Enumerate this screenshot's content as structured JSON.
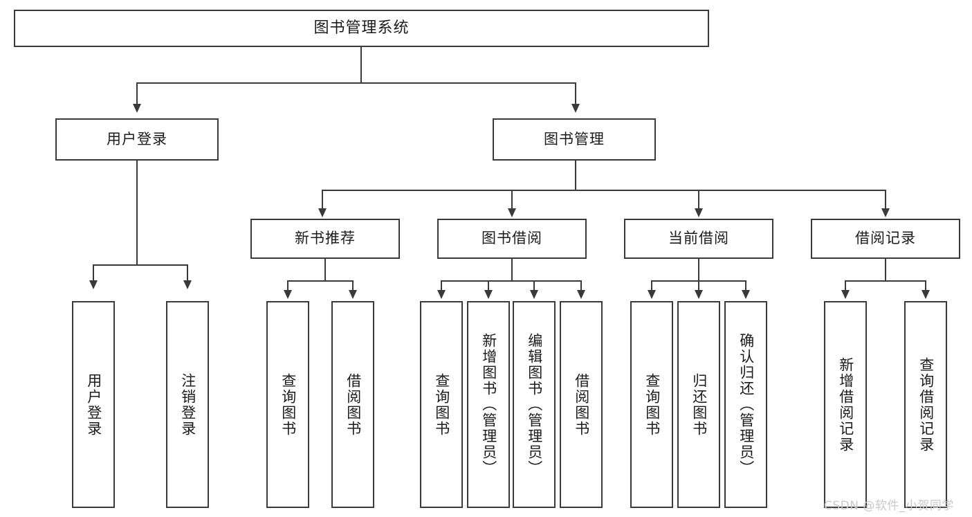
{
  "diagram": {
    "type": "tree-hierarchy-functional-decomposition",
    "root": {
      "label": "图书管理系统"
    },
    "level2": [
      {
        "label": "用户登录"
      },
      {
        "label": "图书管理"
      }
    ],
    "level3": [
      {
        "label": "新书推荐"
      },
      {
        "label": "图书借阅"
      },
      {
        "label": "当前借阅"
      },
      {
        "label": "借阅记录"
      }
    ],
    "leaves": [
      {
        "label": "用户登录"
      },
      {
        "label": "注销登录"
      },
      {
        "label": "查询图书"
      },
      {
        "label": "借阅图书"
      },
      {
        "label": "查询图书"
      },
      {
        "label": "新增图书（管理员）"
      },
      {
        "label": "编辑图书（管理员）"
      },
      {
        "label": "借阅图书"
      },
      {
        "label": "查询图书"
      },
      {
        "label": "归还图书"
      },
      {
        "label": "确认归还（管理员）"
      },
      {
        "label": "新增借阅记录"
      },
      {
        "label": "查询借阅记录"
      }
    ]
  },
  "watermark": {
    "text": "CSDN @软件_小贺同学"
  },
  "colors": {
    "stroke": "#3a3a3a",
    "background": "#ffffff",
    "text": "#1b1b1b",
    "watermark": "#c9c9c9"
  }
}
